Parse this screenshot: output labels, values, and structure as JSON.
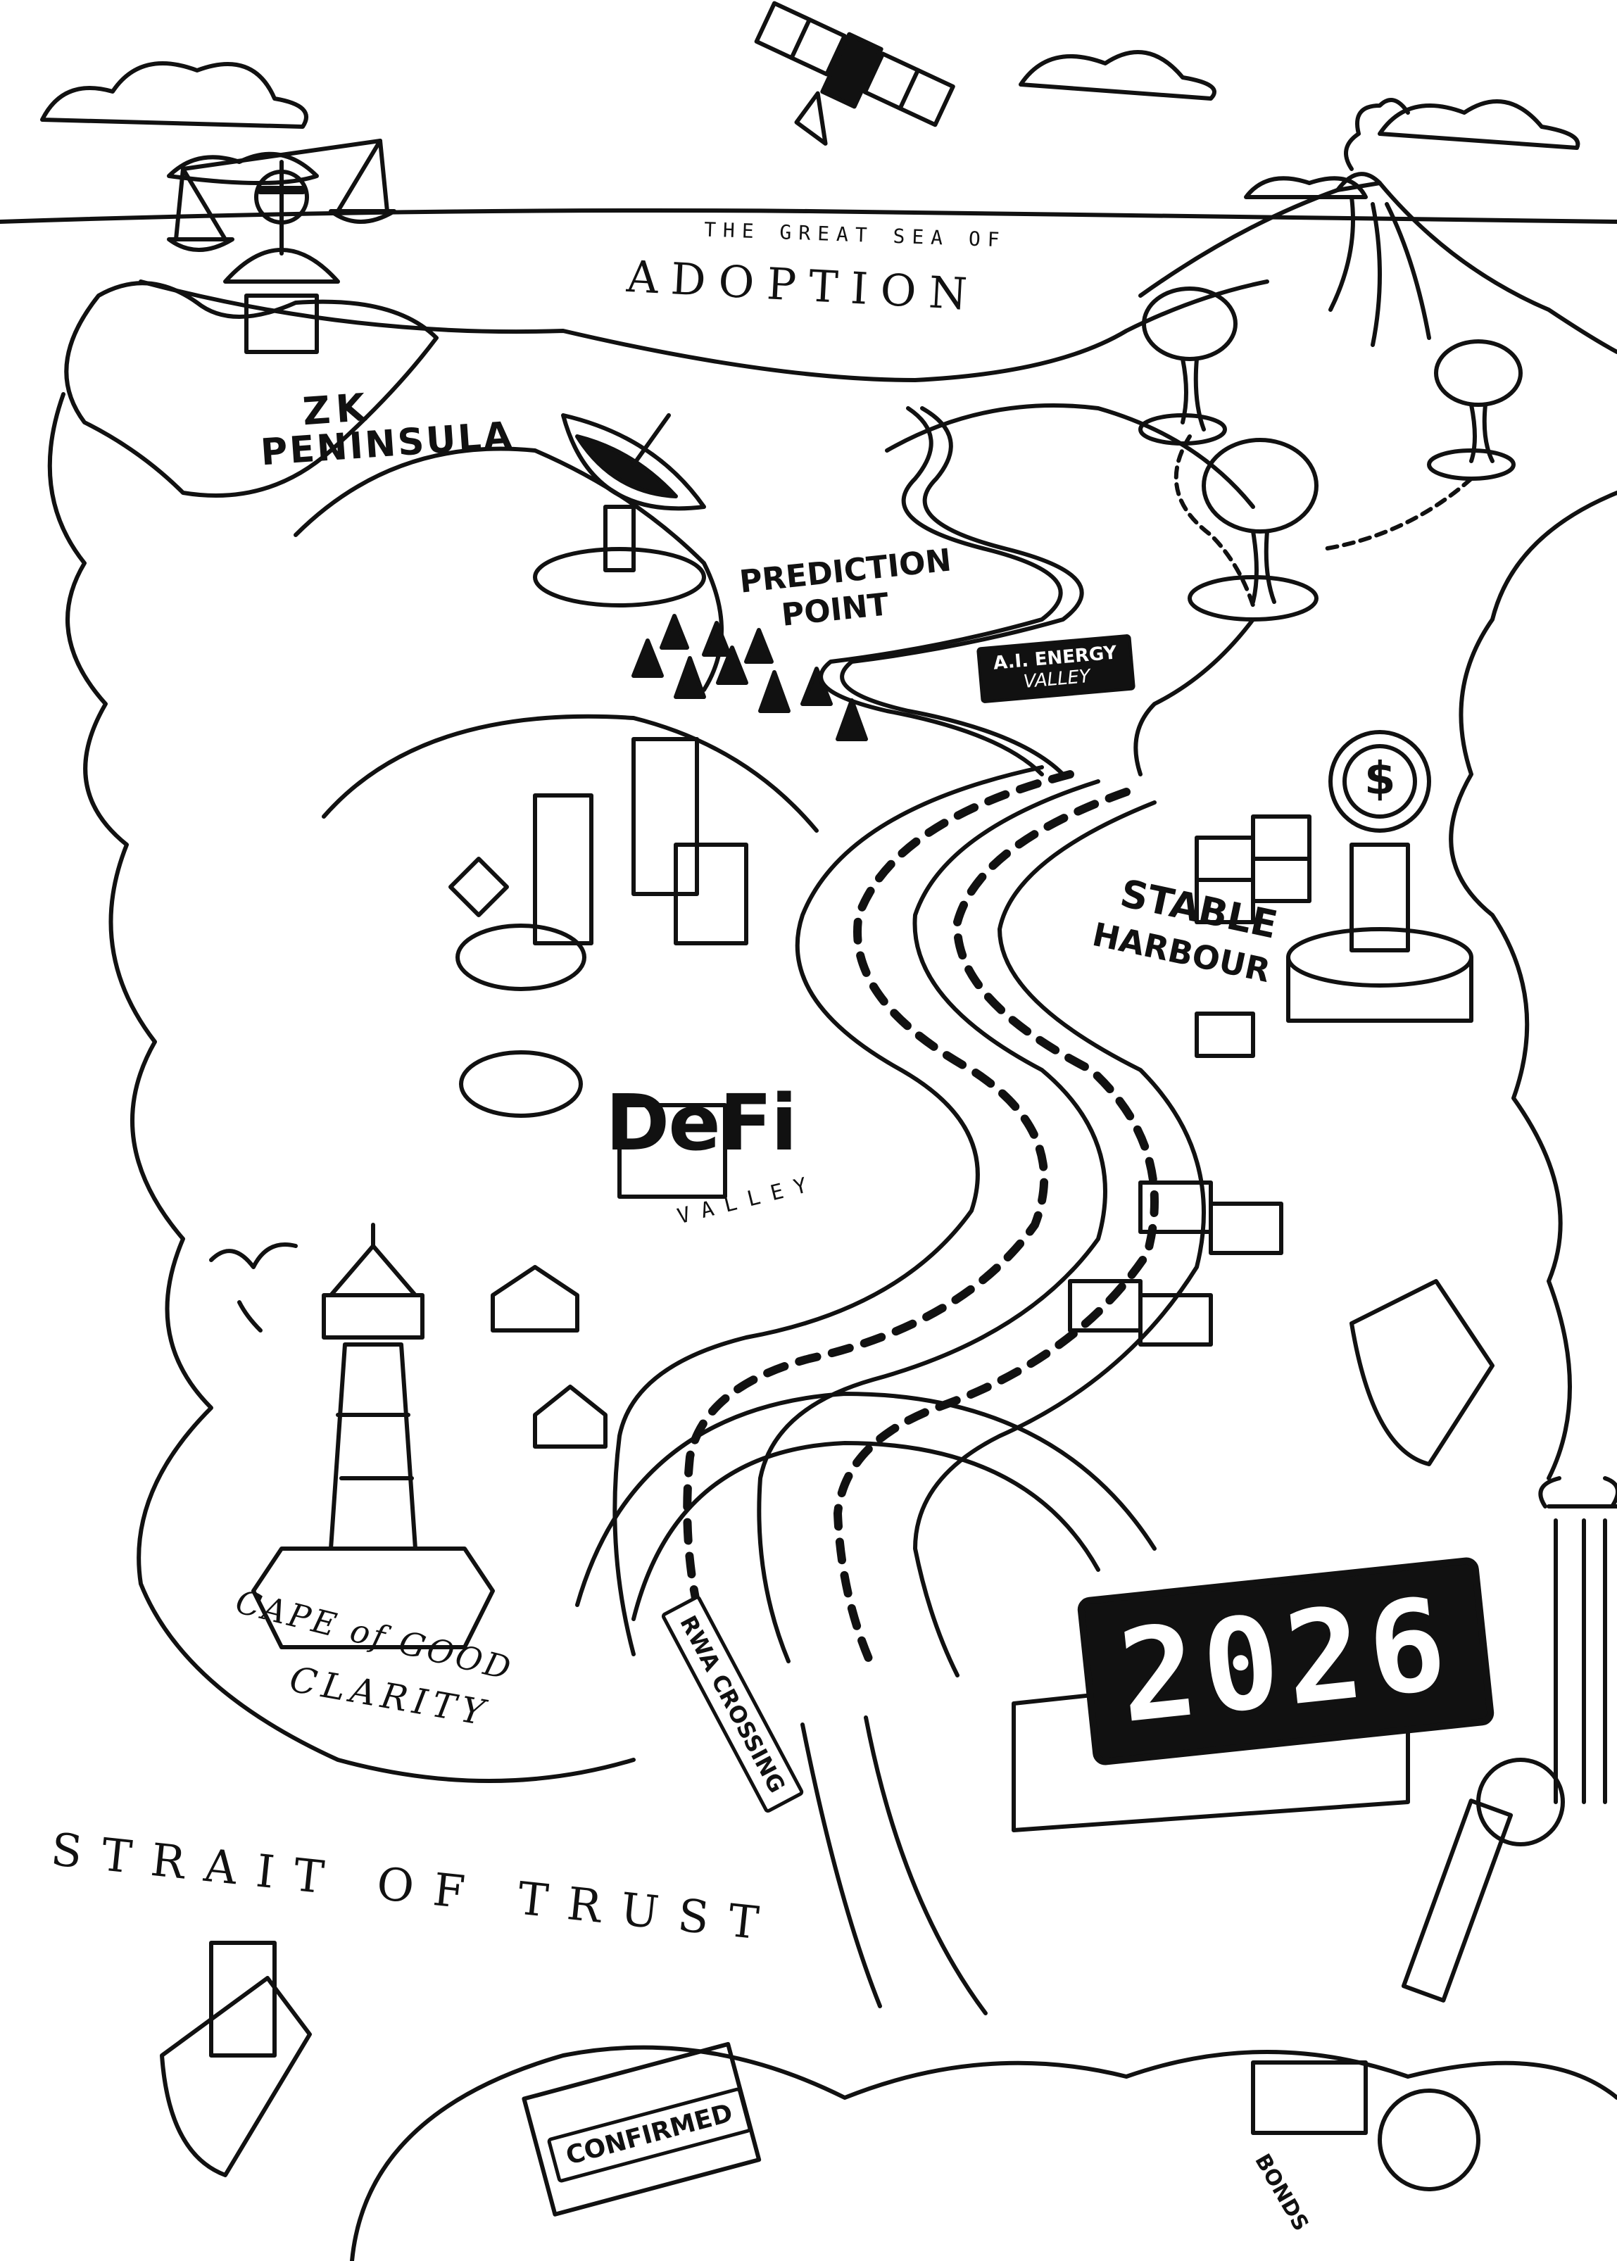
{
  "labels": {
    "sea_prefix": "THE GREAT SEA OF",
    "sea_name": "ADOPTION",
    "zk_line1": "ZK",
    "zk_line2": "PENINSULA",
    "prediction_line1": "PREDICTION",
    "prediction_line2": "POINT",
    "ai_line1": "A.I. ENERGY",
    "ai_line2": "VALLEY",
    "stable_line1": "STABLE",
    "stable_line2": "HARBOUR",
    "defi_logo": "DeFi",
    "defi_sub": "VALLEY",
    "cape_line1": "CAPE of GOOD",
    "cape_line2": "CLARITY",
    "rwa_sign": "RWA CROSSING",
    "year_display": "2026",
    "strait": "STRAIT OF TRUST",
    "stamp": "CONFIRMED",
    "bonds": "BONDS",
    "coin_symbol": "$"
  },
  "colors": {
    "ink": "#111111",
    "paper": "#ffffff"
  },
  "icons": [
    "scales-of-justice-icon",
    "satellite-icon",
    "radar-dish-icon",
    "volcano-icon",
    "brain-tree-icon",
    "lighthouse-icon",
    "dollar-coin-icon",
    "container-ship-icon",
    "seagull-icon",
    "stamp-icon"
  ]
}
